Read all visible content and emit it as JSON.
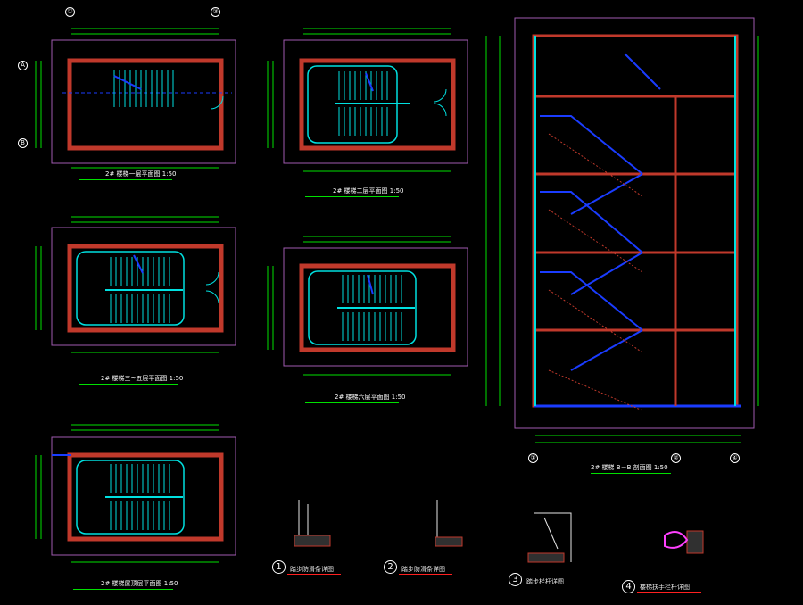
{
  "colors": {
    "background": "#000000",
    "wall": "#c0392b",
    "outline": "#a05ab0",
    "dimension": "#00e000",
    "stair": "#00e0e0",
    "blue": "#1a3cff",
    "text": "#e6e6e6"
  },
  "plans": [
    {
      "title": "2# 楼梯一层平面图",
      "scale": "1:50"
    },
    {
      "title": "2# 楼梯二层平面图",
      "scale": "1:50"
    },
    {
      "title": "2# 楼梯三~五层平面图",
      "scale": "1:50"
    },
    {
      "title": "2# 楼梯六层平面图",
      "scale": "1:50"
    },
    {
      "title": "2# 楼梯屋顶层平面图",
      "scale": "1:50"
    }
  ],
  "section": {
    "title": "2# 楼梯 B－B 剖面图",
    "scale": "1:50"
  },
  "details": [
    {
      "num": "1",
      "title": "踏步防滑条详图"
    },
    {
      "num": "2",
      "title": "踏步防滑条详图"
    },
    {
      "num": "3",
      "title": "踏步栏杆详图"
    },
    {
      "num": "4",
      "title": "楼梯扶手栏杆详图"
    }
  ],
  "axes": [
    "①",
    "②",
    "③",
    "④",
    "A",
    "B"
  ]
}
